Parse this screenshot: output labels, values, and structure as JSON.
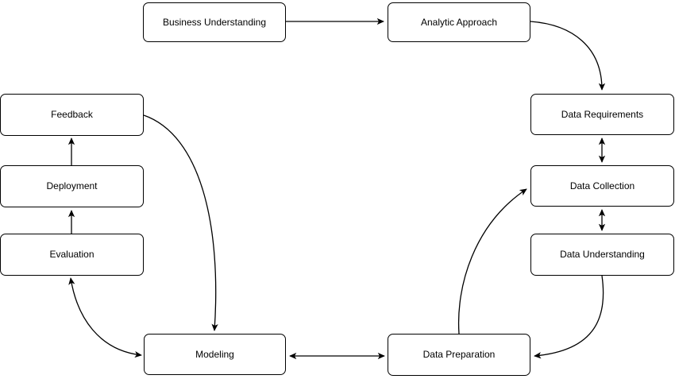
{
  "diagram": {
    "type": "flowchart",
    "nodes": [
      {
        "id": "business-understanding",
        "label": "Business Understanding"
      },
      {
        "id": "analytic-approach",
        "label": "Analytic Approach"
      },
      {
        "id": "data-requirements",
        "label": "Data Requirements"
      },
      {
        "id": "data-collection",
        "label": "Data Collection"
      },
      {
        "id": "data-understanding",
        "label": "Data Understanding"
      },
      {
        "id": "data-preparation",
        "label": "Data Preparation"
      },
      {
        "id": "modeling",
        "label": "Modeling"
      },
      {
        "id": "evaluation",
        "label": "Evaluation"
      },
      {
        "id": "deployment",
        "label": "Deployment"
      },
      {
        "id": "feedback",
        "label": "Feedback"
      }
    ],
    "edges": [
      {
        "from": "Business Understanding",
        "to": "Analytic Approach",
        "type": "one-way"
      },
      {
        "from": "Analytic Approach",
        "to": "Data Requirements",
        "type": "one-way"
      },
      {
        "from": "Data Requirements",
        "to": "Data Collection",
        "type": "two-way"
      },
      {
        "from": "Data Collection",
        "to": "Data Understanding",
        "type": "two-way"
      },
      {
        "from": "Data Understanding",
        "to": "Data Preparation",
        "type": "one-way"
      },
      {
        "from": "Data Preparation",
        "to": "Data Collection",
        "type": "one-way"
      },
      {
        "from": "Data Preparation",
        "to": "Modeling",
        "type": "two-way"
      },
      {
        "from": "Modeling",
        "to": "Evaluation",
        "type": "two-way"
      },
      {
        "from": "Evaluation",
        "to": "Deployment",
        "type": "one-way"
      },
      {
        "from": "Deployment",
        "to": "Feedback",
        "type": "one-way"
      },
      {
        "from": "Feedback",
        "to": "Modeling",
        "type": "one-way"
      }
    ],
    "colors": {
      "background": "#ffffff",
      "node_fill": "#ffffff",
      "node_border": "#000000",
      "text": "#000000",
      "arrow": "#000000"
    }
  }
}
